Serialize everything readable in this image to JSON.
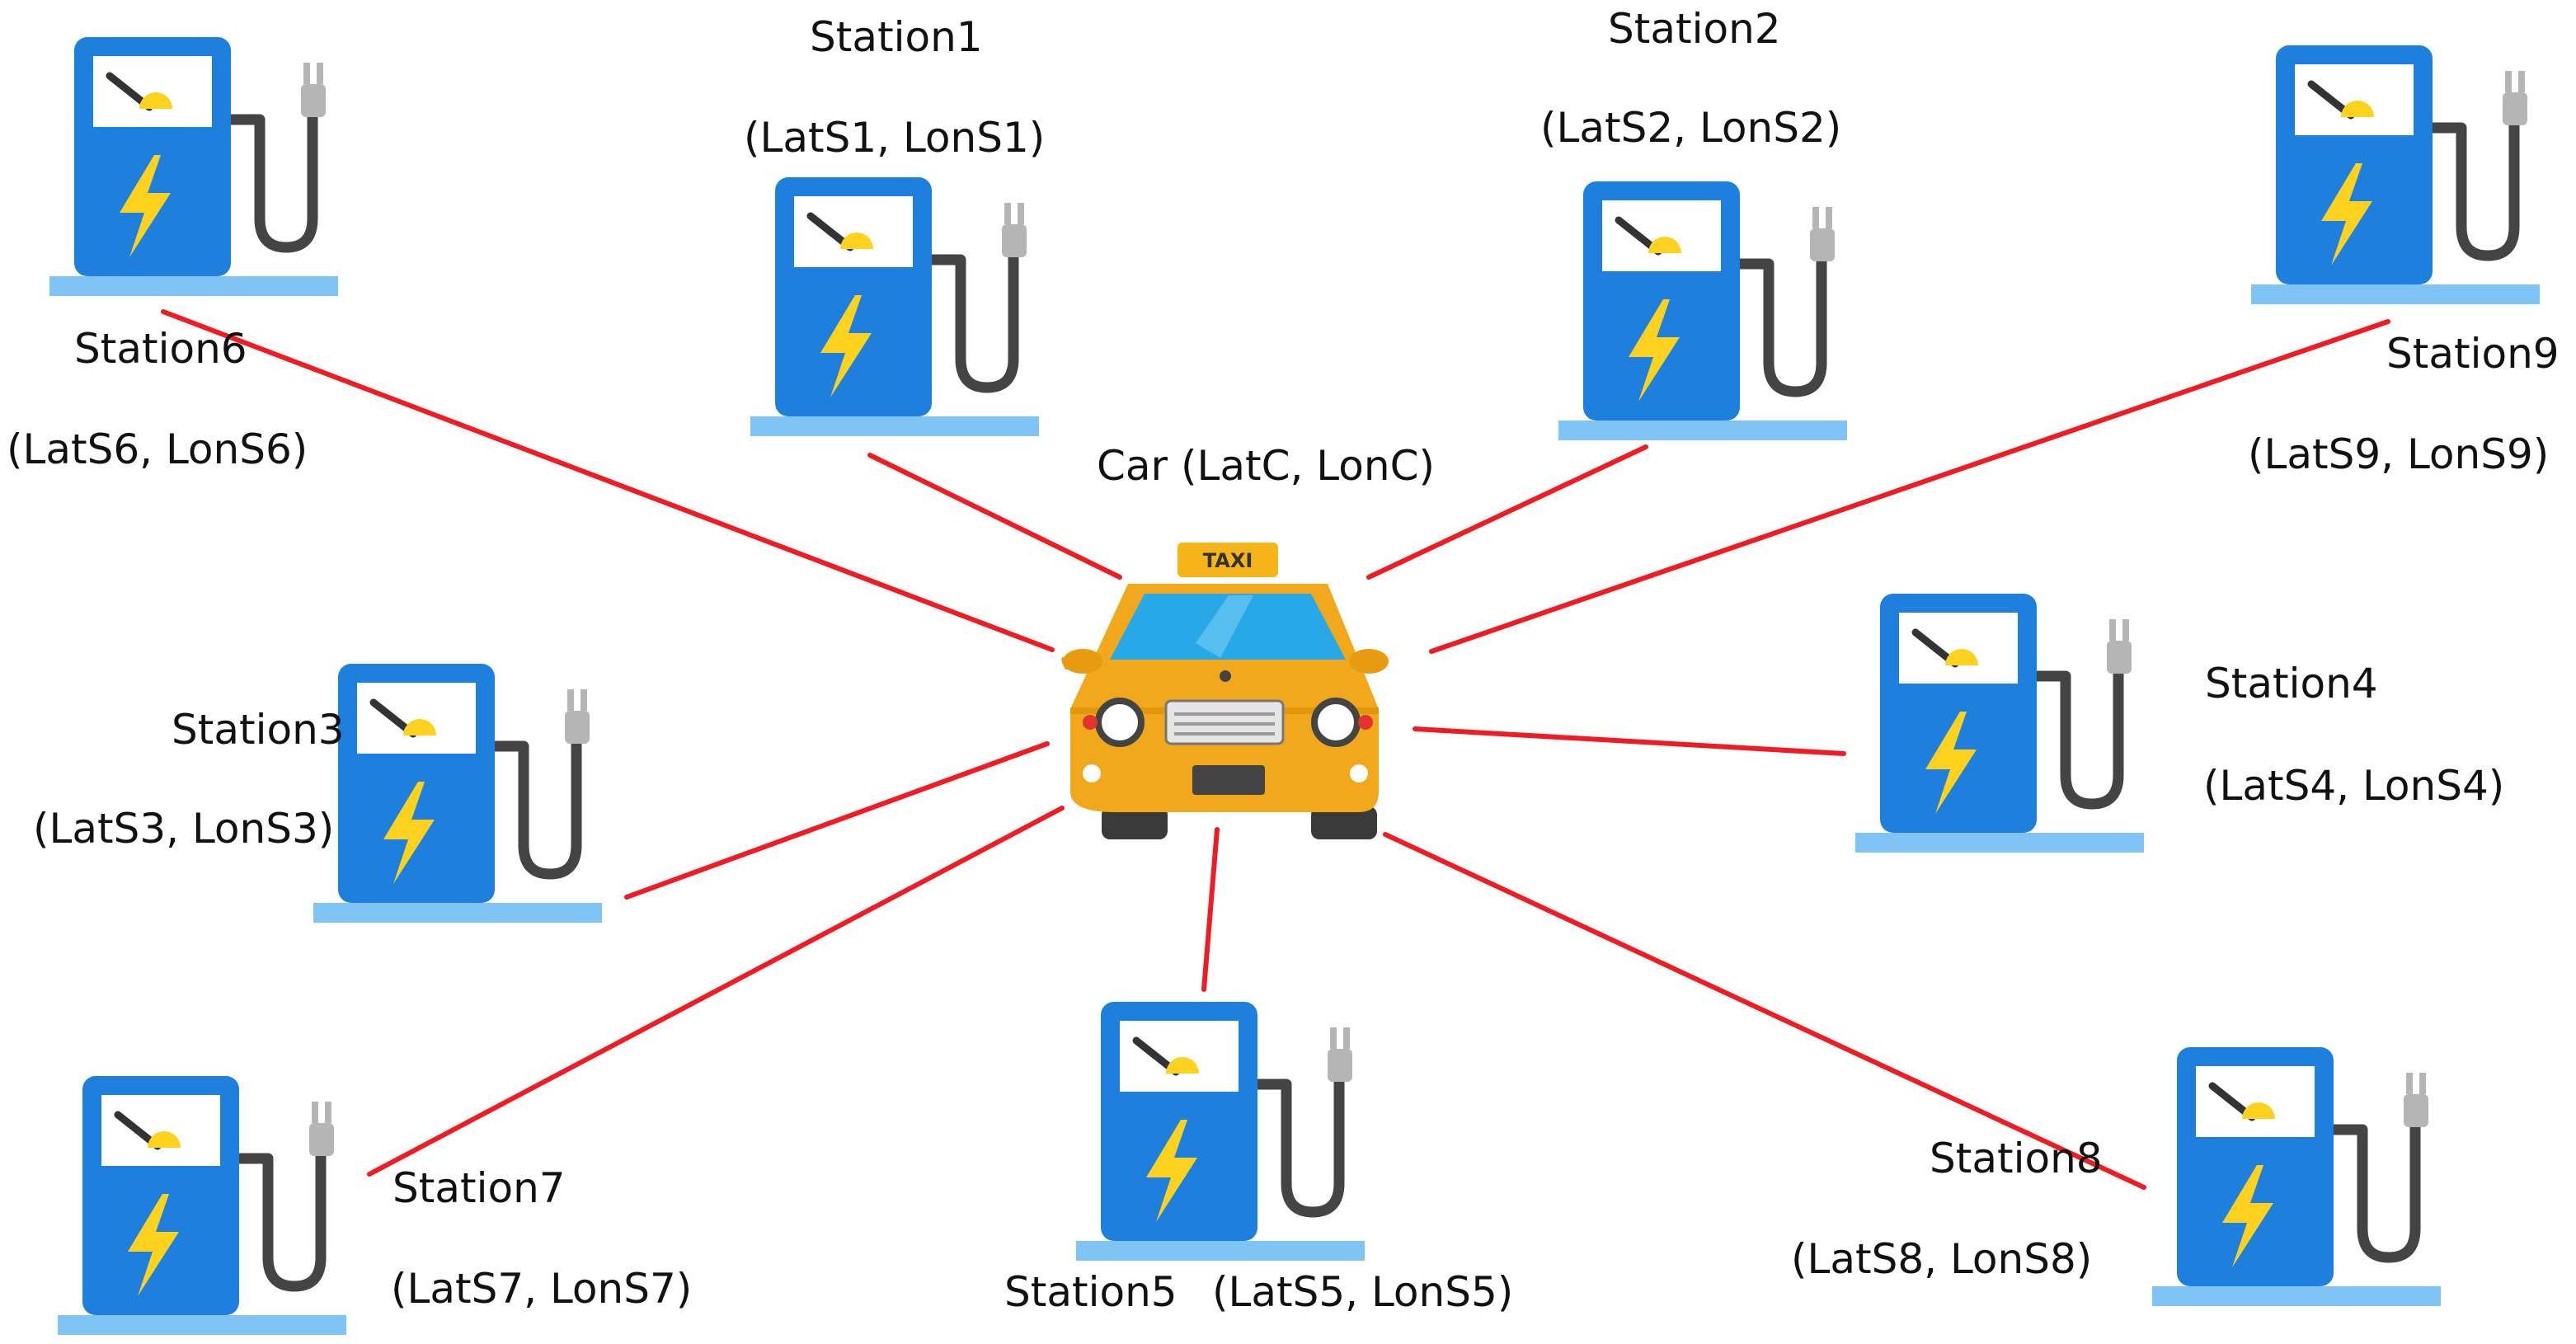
{
  "car": {
    "label": "Car (LatC, LonC)",
    "sign": "TAXI",
    "icon": "taxi-icon"
  },
  "stations": [
    {
      "id": "station1",
      "name": "Station1",
      "coords": "(LatS1, LonS1)"
    },
    {
      "id": "station2",
      "name": "Station2",
      "coords": "(LatS2, LonS2)"
    },
    {
      "id": "station3",
      "name": "Station3",
      "coords": "(LatS3, LonS3)"
    },
    {
      "id": "station4",
      "name": "Station4",
      "coords": "(LatS4, LonS4)"
    },
    {
      "id": "station5",
      "name": "Station5",
      "coords": "(LatS5, LonS5)"
    },
    {
      "id": "station6",
      "name": "Station6",
      "coords": "(LatS6, LonS6)"
    },
    {
      "id": "station7",
      "name": "Station7",
      "coords": "(LatS7, LonS7)"
    },
    {
      "id": "station8",
      "name": "Station8",
      "coords": "(LatS8, LonS8)"
    },
    {
      "id": "station9",
      "name": "Station9",
      "coords": "(LatS9, LonS9)"
    }
  ],
  "station_icon": "ev-charging-station-icon",
  "colors": {
    "link": "#ee1c24",
    "pump": "#1e7fdc",
    "base": "#7fc4f5",
    "screen": "#ffffff",
    "bolt": "#ffd21f",
    "cable": "#444444",
    "plug": "#b5b5b5",
    "car_body": "#f2a81d",
    "car_window": "#29a8e8"
  }
}
